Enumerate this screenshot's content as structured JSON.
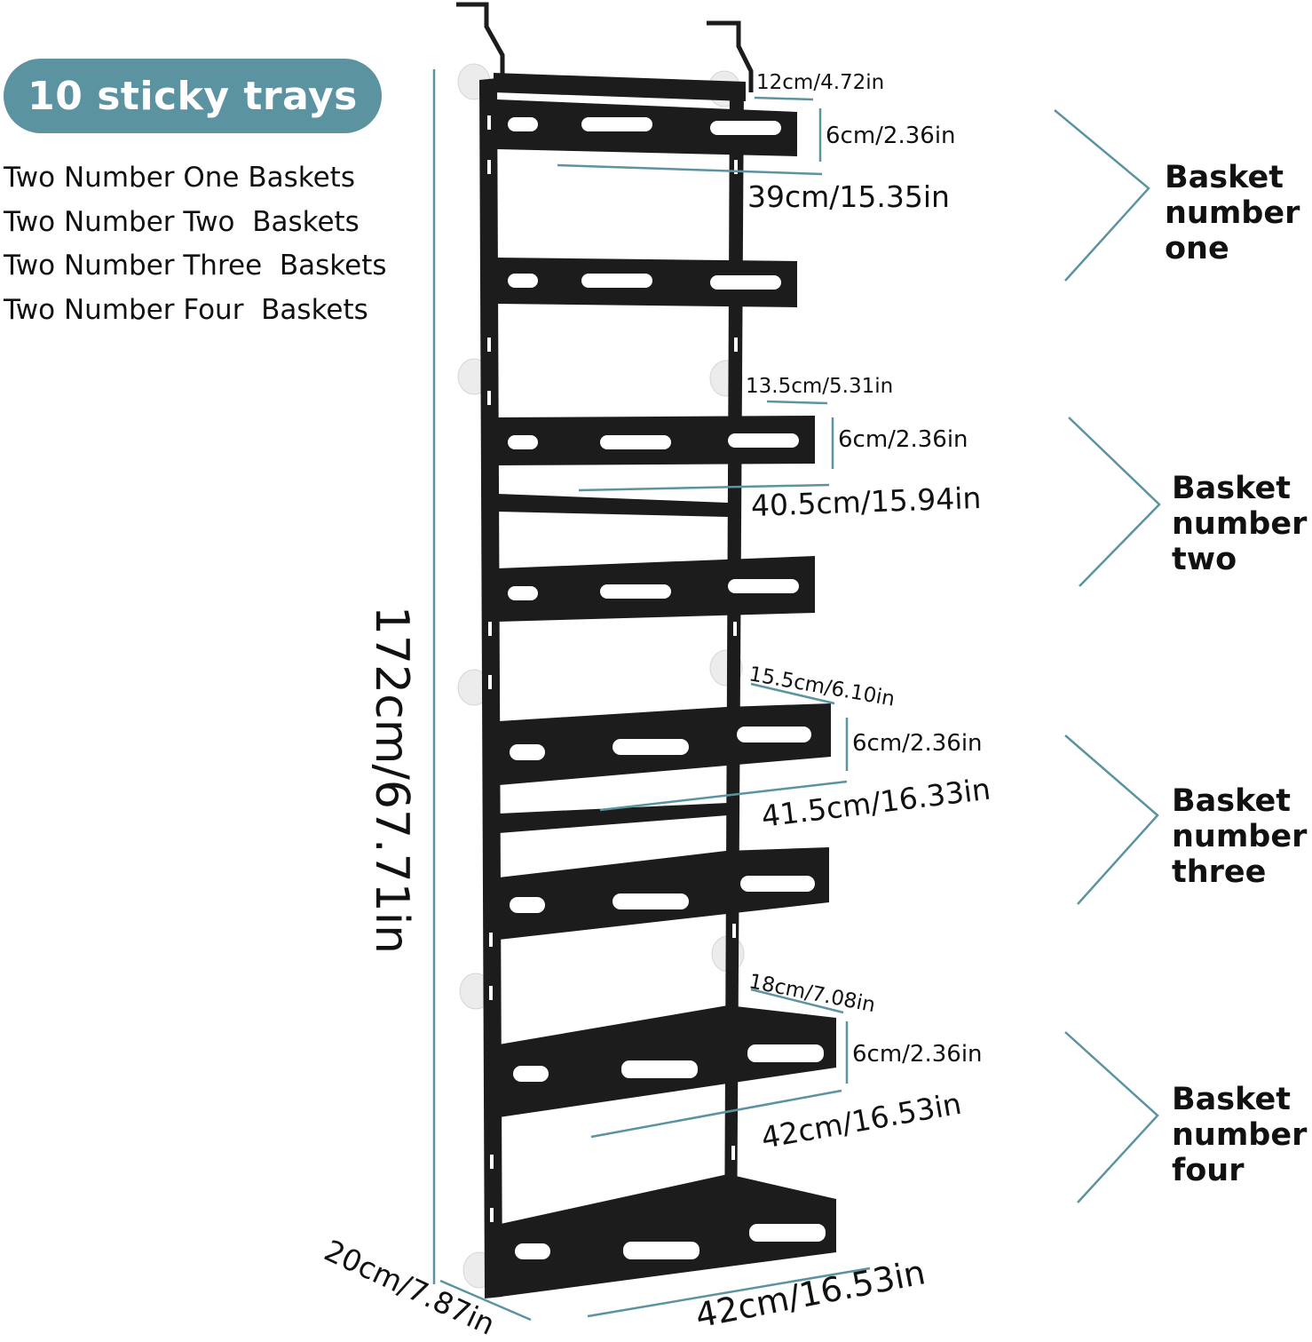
{
  "badge": {
    "text": "10 sticky trays",
    "color": "#5b93a0"
  },
  "contents": [
    "Two Number One Baskets",
    "Two Number Two  Baskets",
    "Two Number Three  Baskets",
    "Two Number Four  Baskets"
  ],
  "overall": {
    "height": "172cm/67.71in",
    "depth": "20cm/7.87in",
    "width": "42cm/16.53in"
  },
  "baskets": [
    {
      "group": [
        "Basket",
        "number",
        "one"
      ],
      "depth": "12cm/4.72in",
      "height": "6cm/2.36in",
      "length": "39cm/15.35in"
    },
    {
      "group": [
        "Basket",
        "number",
        "two"
      ],
      "depth": "13.5cm/5.31in",
      "height": "6cm/2.36in",
      "length": "40.5cm/15.94in"
    },
    {
      "group": [
        "Basket",
        "number",
        "three"
      ],
      "depth": "15.5cm/6.10in",
      "height": "6cm/2.36in",
      "length": "41.5cm/16.33in"
    },
    {
      "group": [
        "Basket",
        "number",
        "four"
      ],
      "depth": "18cm/7.08in",
      "height": "6cm/2.36in",
      "length": "42cm/16.53in"
    }
  ],
  "colors": {
    "dimension_line": "#5b93a0",
    "metal": "#1c1c1c",
    "suction_cup": "#eeeeee"
  }
}
